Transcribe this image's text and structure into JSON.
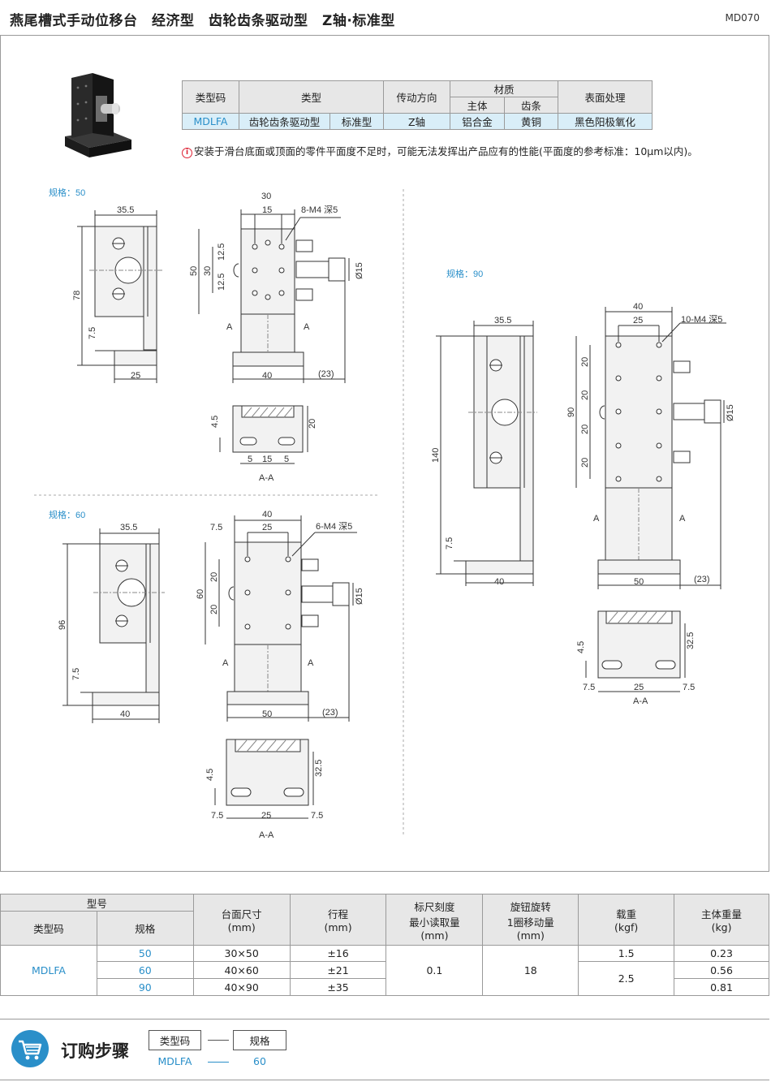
{
  "header": {
    "title": "燕尾槽式手动位移台　经济型　齿轮齿条驱动型　Z轴·标准型",
    "code": "MD070"
  },
  "spec_table": {
    "headers": {
      "type_code": "类型码",
      "type": "类型",
      "drive": "传动方向",
      "material": "材质",
      "body": "主体",
      "rack": "齿条",
      "surface": "表面处理"
    },
    "row": {
      "type_code": "MDLFA",
      "type1": "齿轮齿条驱动型",
      "type2": "标准型",
      "drive": "Z轴",
      "body": "铝合金",
      "rack": "黄铜",
      "surface": "黑色阳极氧化"
    }
  },
  "note": {
    "icon": "i",
    "text": "安装于滑台底面或顶面的零件平面度不足时，可能无法发挥出产品应有的性能(平面度的参考标准：10μm以内)。"
  },
  "drawing": {
    "labels": {
      "size50": "规格：50",
      "size60": "规格：60",
      "size90": "规格：90",
      "aa": "A-A",
      "a": "A"
    },
    "dims50": {
      "w35": "35.5",
      "h78": "78",
      "t75": "7.5",
      "b25": "25",
      "w30": "30",
      "w15": "15",
      "holes": "8-M4 深5",
      "h50": "50",
      "h30": "30",
      "d125a": "12.5",
      "d125b": "12.5",
      "phi": "Ø15",
      "b40": "40",
      "b23": "(23)",
      "h45": "4.5",
      "h20": "20",
      "s5a": "5",
      "s15": "15",
      "s5b": "5"
    },
    "dims60": {
      "w35": "35.5",
      "h96": "96",
      "t75": "7.5",
      "b40": "40",
      "w40": "40",
      "w25": "25",
      "w75": "7.5",
      "holes": "6-M4 深5",
      "h60": "60",
      "d20a": "20",
      "d20b": "20",
      "phi": "Ø15",
      "b50": "50",
      "b23": "(23)",
      "h45": "4.5",
      "h325": "32.5",
      "s75a": "7.5",
      "s25": "25",
      "s75b": "7.5"
    },
    "dims90": {
      "w35": "35.5",
      "h140": "140",
      "t75": "7.5",
      "b40": "40",
      "w40": "40",
      "w25": "25",
      "holes": "10-M4 深5",
      "h90": "90",
      "d20a": "20",
      "d20b": "20",
      "d20c": "20",
      "d20d": "20",
      "phi": "Ø15",
      "b50": "50",
      "b23": "(23)",
      "h45": "4.5",
      "h325": "32.5",
      "s75a": "7.5",
      "s25": "25",
      "s75b": "7.5"
    }
  },
  "main_table": {
    "headers": {
      "model": "型号",
      "type_code": "类型码",
      "size": "规格",
      "table_size": "台面尺寸\n(mm)",
      "stroke": "行程\n(mm)",
      "scale": "标尺刻度\n最小读取量\n(mm)",
      "knob": "旋钮旋转\n1圈移动量\n(mm)",
      "load": "载重\n(kgf)",
      "weight": "主体重量\n(kg)"
    },
    "type_code": "MDLFA",
    "rows": [
      {
        "size": "50",
        "table_size": "30×50",
        "stroke": "±16",
        "weight": "0.23"
      },
      {
        "size": "60",
        "table_size": "40×60",
        "stroke": "±21",
        "weight": "0.56"
      },
      {
        "size": "90",
        "table_size": "40×90",
        "stroke": "±35",
        "weight": "0.81"
      }
    ],
    "scale": "0.1",
    "knob": "18",
    "load_50": "1.5",
    "load_60_90": "2.5"
  },
  "order": {
    "title": "订购步骤",
    "box1": "类型码",
    "box2": "规格",
    "val1": "MDLFA",
    "val2": "60"
  },
  "colors": {
    "accent": "#2a8fc9",
    "header_bg": "#e7e7e7",
    "value_bg": "#d9eef8"
  }
}
